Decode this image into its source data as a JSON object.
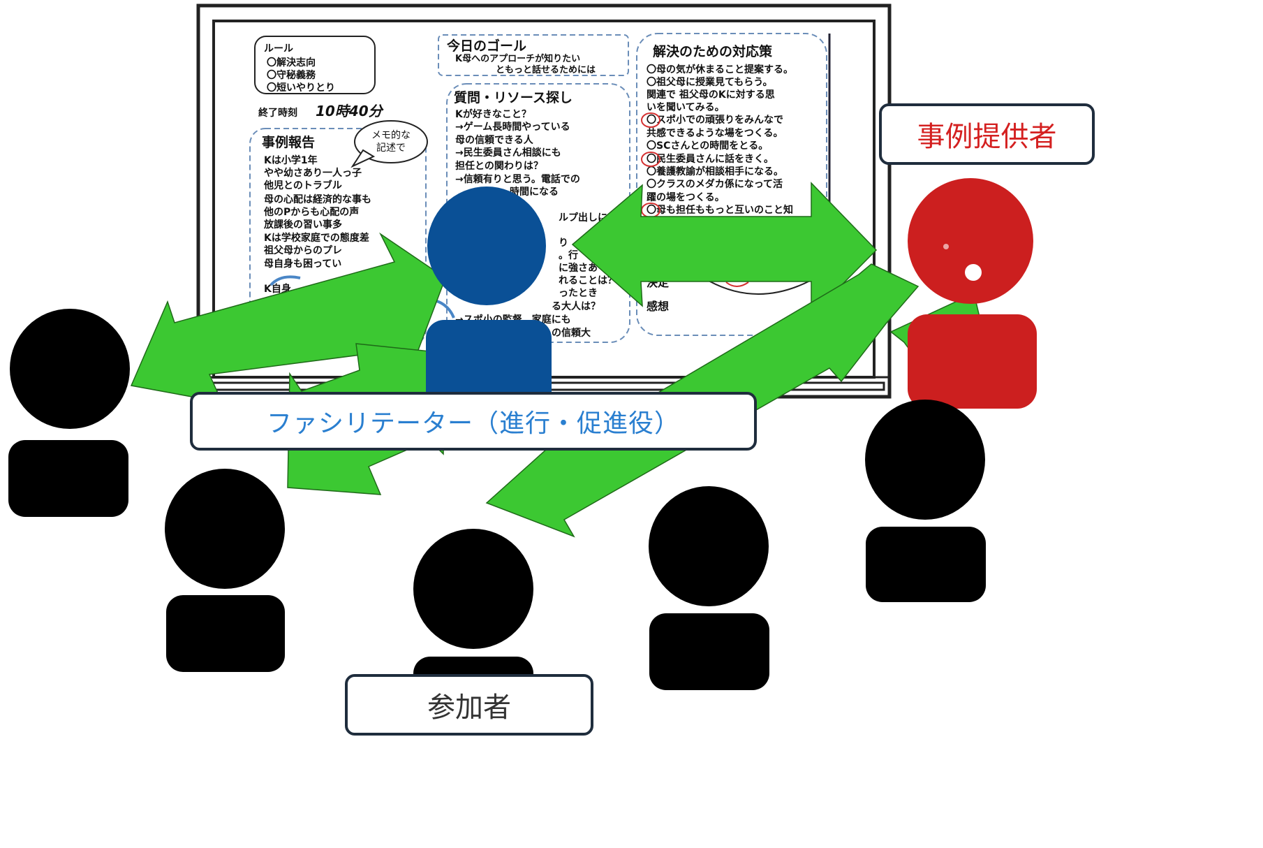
{
  "labels": {
    "facilitator": "ファシリテーター（進行・促進役）",
    "provider": "事例提供者",
    "participants": "参加者"
  },
  "colors": {
    "facilitator": "#0a5096",
    "provider": "#cc1f1f",
    "participant": "#000000",
    "arrow": "#3cc832",
    "label_facilitator_text": "#2a7fd0",
    "label_provider_text": "#d42020",
    "label_participants_text": "#333333",
    "label_border": "#1f2d3d"
  },
  "whiteboard": {
    "rules": {
      "title": "ルール",
      "items": [
        "〇解決志向",
        "〇守秘義務",
        "〇短いやりとり"
      ]
    },
    "end_time": {
      "label": "終了時刻",
      "value": "10時40分"
    },
    "case_report": {
      "title": "事例報告",
      "bubble": [
        "メモ的な",
        "記述で"
      ],
      "lines": [
        "Kは小学1年",
        "やや幼さあり一人っ子",
        "他児とのトラブル",
        "母の心配は経済的な事も",
        "他のPからも心配の声",
        "放課後の習い事多",
        "Kは学校家庭での態度差",
        "祖父母からのプレ",
        "母自身も困ってい",
        "K自身"
      ]
    },
    "goal": {
      "title": "今日のゴール",
      "lines": [
        "K母へのアプローチが知りたい",
        "ともっと話せるためには"
      ]
    },
    "questions": {
      "title": "質問・リソース探し",
      "lines": [
        "Kが好きなこと？",
        "→ゲーム長時間やっている",
        "母の信頼できる人",
        "→民生委員さん相談にも",
        "担任との関わりは？",
        "→信頼有りと思う。電話での",
        "時間になる",
        "ルプ出しに",
        "り",
        "。行",
        "に強さあ",
        "れることは？",
        "ったとき",
        "る大人は？",
        "→スポ小の監督、家庭にも",
        "の信頼大"
      ]
    },
    "solutions": {
      "title": "解決のための対応策",
      "lines": [
        "〇母の気が休まること提案する。",
        "〇祖父母に授業見てもらう。",
        "関連で 祖父母のKに対する思",
        "いを聞いてみる。",
        "〇スポ小での頑張りをみんなで",
        "共感できるような場をつくる。",
        "〇SCさんとの時間をとる。",
        "〇民生委員さんに話をきく。",
        "〇養護教諭が相談相手になる。",
        "〇クラスのメダカ係になって活",
        "躍の場をつくる。",
        "〇母も担任ももっと互いのこと知"
      ],
      "decision": "決定",
      "impressions": "感想"
    }
  }
}
